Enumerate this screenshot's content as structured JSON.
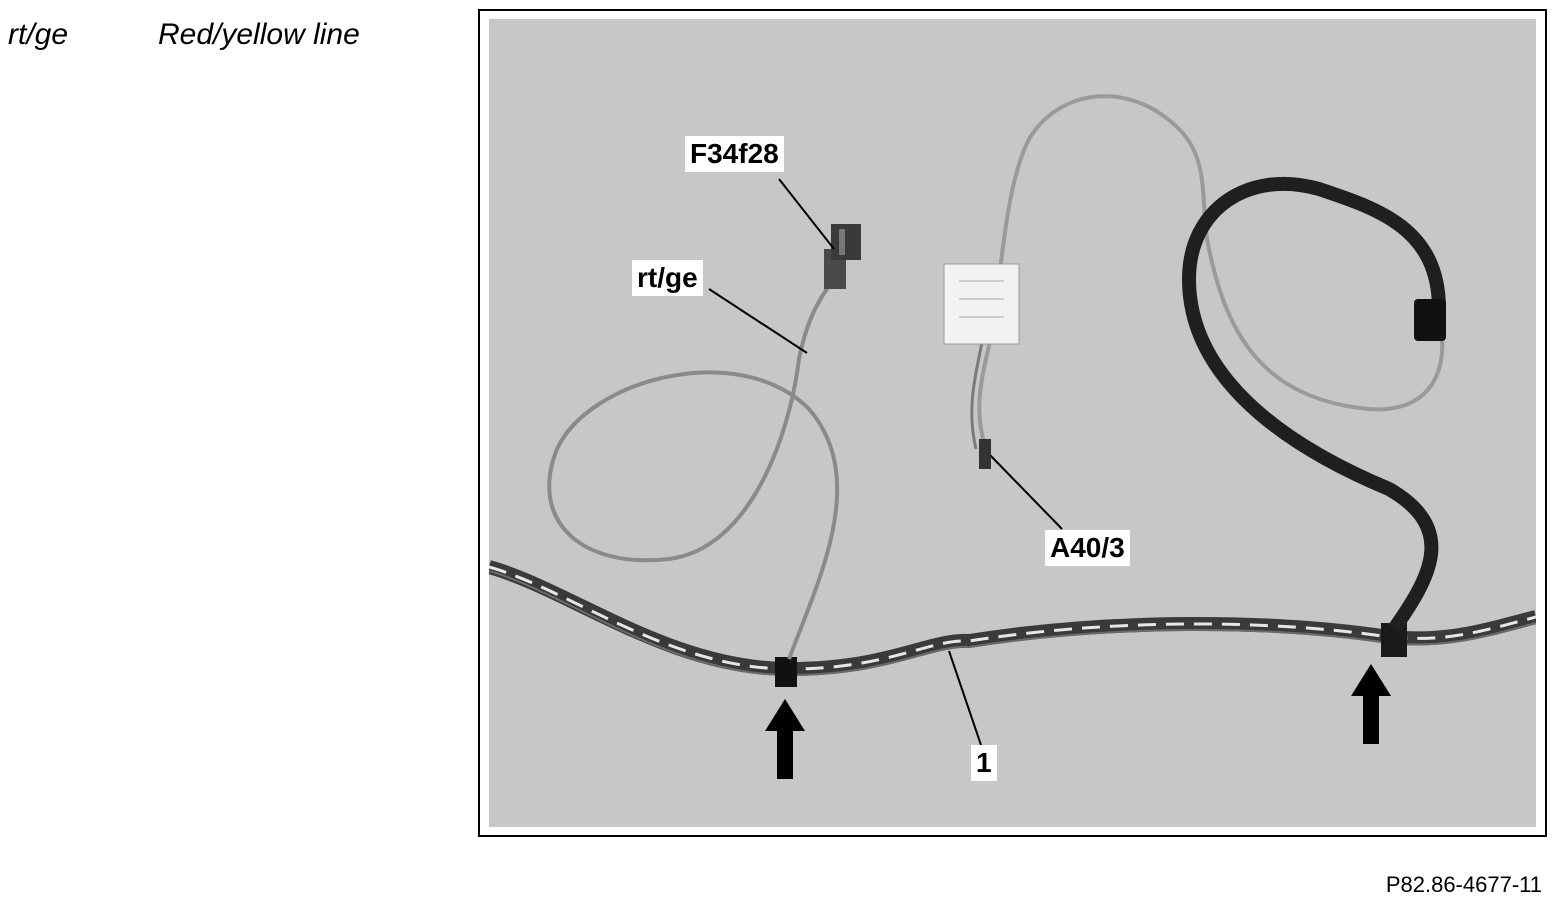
{
  "legend": {
    "abbreviation": "rt/ge",
    "description": "Red/yellow line"
  },
  "figure": {
    "callouts": {
      "fuse": "F34f28",
      "wire_color": "rt/ge",
      "component": "A40/3",
      "harness": "1"
    },
    "reference": "P82.86-4677-11"
  },
  "colors": {
    "photo_background": "#c7c7c7",
    "wire_thin": "#8a8a8a",
    "wire_harness_dark": "#1f1f1f"
  },
  "icons": {
    "arrows": [
      "up-arrow-icon",
      "up-arrow-icon"
    ]
  }
}
